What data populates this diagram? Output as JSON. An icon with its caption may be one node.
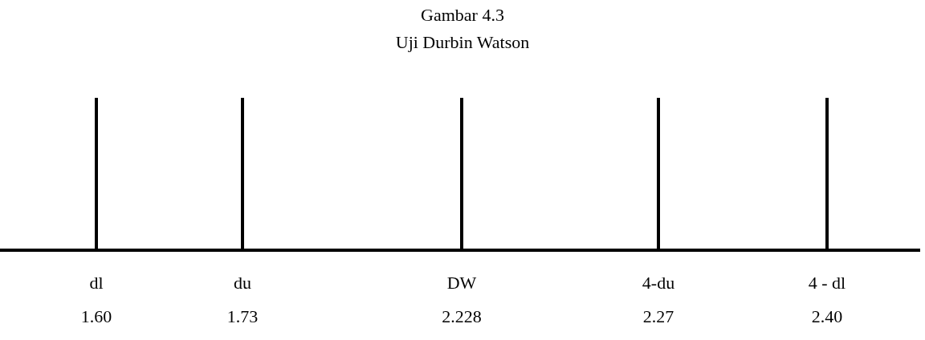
{
  "diagram": {
    "title": "Gambar 4.3",
    "labels": [
      "Uji Durbin Watson",
      "dl",
      "du",
      "DW",
      "4-du",
      "4 - dl",
      "1.60",
      "1.73",
      "2.228",
      "2.27",
      "2.40"
    ]
  }
}
